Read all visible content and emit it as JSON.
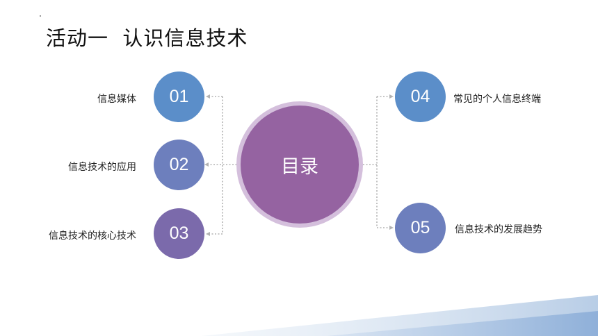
{
  "title": "活动一  认识信息技术",
  "center": {
    "label": "目录"
  },
  "items": [
    {
      "number": "01",
      "label": "信息媒体"
    },
    {
      "number": "02",
      "label": "信息技术的应用"
    },
    {
      "number": "03",
      "label": "信息技术的核心技术"
    },
    {
      "number": "04",
      "label": "常见的个人信息终端"
    },
    {
      "number": "05",
      "label": "信息技术的发展趋势"
    }
  ],
  "colors": {
    "blue": "#5b8ec9",
    "indigo": "#6d7fbd",
    "violet": "#7b6aab",
    "center": "#9563a1",
    "center_ring": "#d4bfdc",
    "connector": "#b3b3b3"
  }
}
